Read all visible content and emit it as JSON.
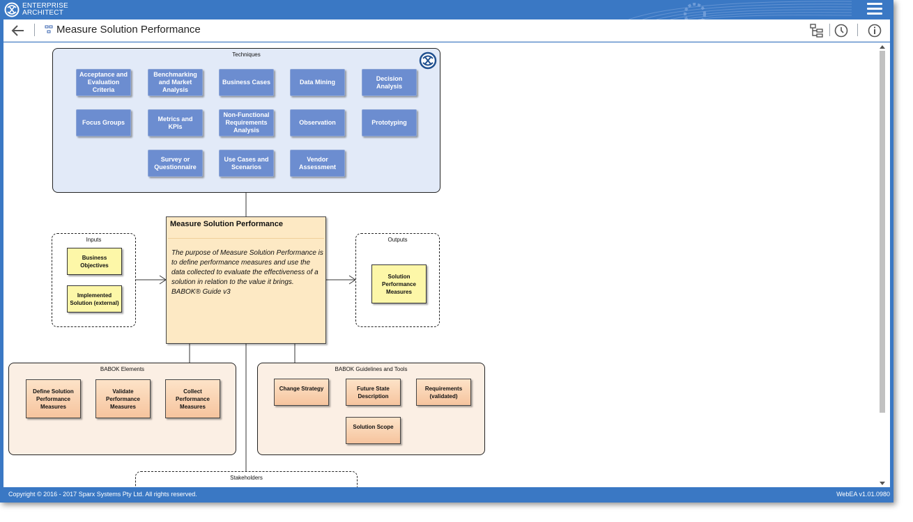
{
  "app": {
    "brand_line1": "ENTERPRISE",
    "brand_line2": "ARCHITECT"
  },
  "toolbar": {
    "title": "Measure Solution Performance"
  },
  "diagram": {
    "techniques": {
      "title": "Techniques",
      "items": [
        "Acceptance and Evaluation Criteria",
        "Benchmarking and Market Analysis",
        "Business Cases",
        "Data Mining",
        "Decision Analysis",
        "Focus Groups",
        "Metrics and KPIs",
        "Non-Functional Requirements Analysis",
        "Observation",
        "Prototyping",
        "Survey or Questionnaire",
        "Use Cases and Scenarios",
        "Vendor Assessment"
      ]
    },
    "inputs": {
      "title": "Inputs",
      "items": [
        "Business Objectives",
        "Implemented Solution (external)"
      ]
    },
    "main": {
      "title": "Measure Solution Performance",
      "description": "The purpose of Measure Solution Performance is to define performance measures and use the data collected to evaluate the effectiveness of a solution in relation to the value it brings. BABOK® Guide v3"
    },
    "outputs": {
      "title": "Outputs",
      "items": [
        "Solution Performance Measures"
      ]
    },
    "elements": {
      "title": "BABOK Elements",
      "items": [
        "Define Solution Performance Measures",
        "Validate Performance Measures",
        "Collect Performance Measures"
      ]
    },
    "guidelines": {
      "title": "BABOK Guidelines and Tools",
      "items": [
        "Change Strategy",
        "Future State Description",
        "Requirements (validated)",
        "Solution Scope"
      ]
    },
    "stakeholders": {
      "title": "Stakeholders"
    }
  },
  "footer": {
    "copyright": "Copyright © 2016 - 2017 Sparx Systems Pty Ltd. All rights reserved.",
    "version": "WebEA v1.01.0980"
  },
  "icons": {
    "back": "arrow-left-icon",
    "diagram": "diagram-icon",
    "browser": "tree-browser-icon",
    "recent": "clock-icon",
    "info": "info-icon",
    "menu": "hamburger-menu-icon",
    "logo": "sparx-logo-icon"
  },
  "colors": {
    "header": "#3a78c4",
    "technique_box": "#e2eaf8",
    "technique_node": "#6c8dd0",
    "input_node": "#fdf7a8",
    "main_node": "#fde9c4",
    "babok_box": "#fbefe4",
    "babok_node": "#f8caa3"
  }
}
